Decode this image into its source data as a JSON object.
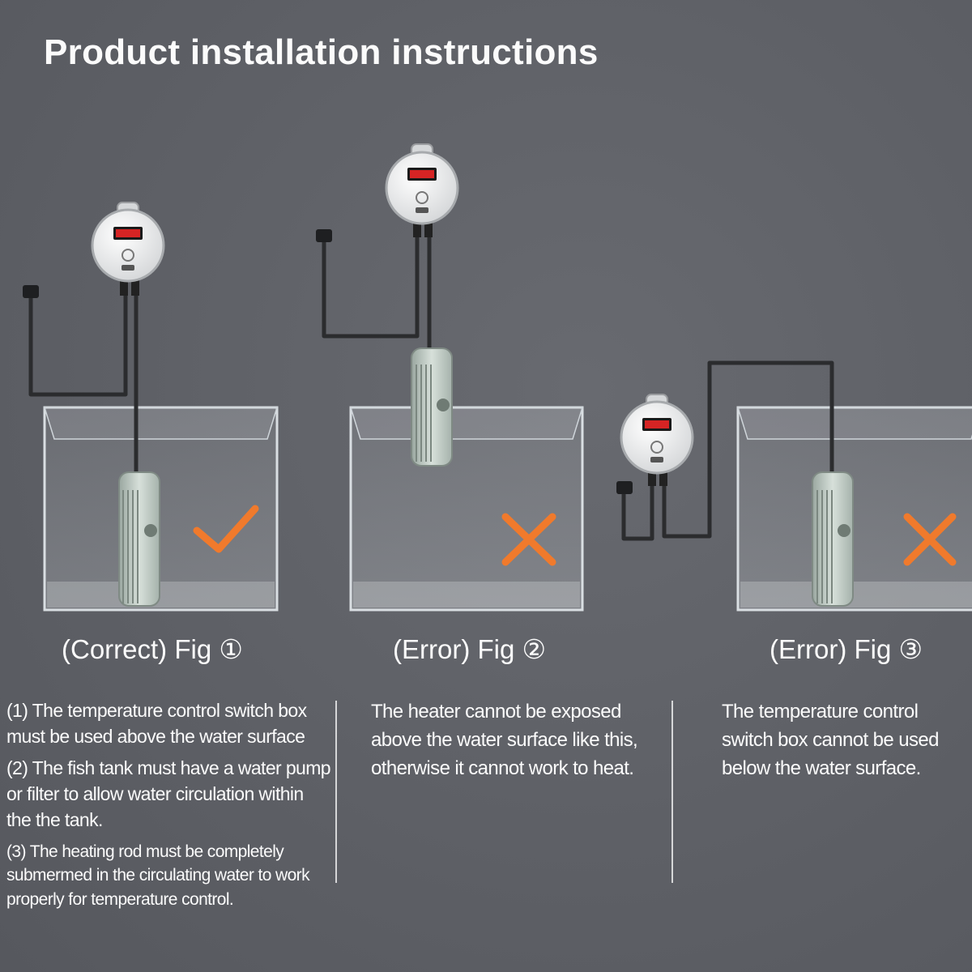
{
  "title": "Product installation instructions",
  "figures": [
    {
      "caption": "(Correct) Fig ①",
      "status": "correct",
      "mark_icon": "check-icon",
      "notes": [
        "(1) The temperature control switch box must be used above the water surface",
        "(2) The fish tank must have a water pump or filter to allow water circulation within the the tank.",
        "(3) The heating rod must be completely submermed in the circulating water to work properly for temperature control."
      ]
    },
    {
      "caption": "(Error) Fig ②",
      "status": "error",
      "mark_icon": "cross-icon",
      "notes": [
        "The heater cannot be exposed above the water surface like this, otherwise it cannot work to heat."
      ]
    },
    {
      "caption": "(Error) Fig ③",
      "status": "error",
      "mark_icon": "cross-icon",
      "notes": [
        "The temperature control switch box cannot be used below the water surface."
      ]
    }
  ],
  "colors": {
    "background": "#5f6167",
    "mark": "#f07a2c",
    "display": "#d62424",
    "text": "#fbfbfb"
  }
}
